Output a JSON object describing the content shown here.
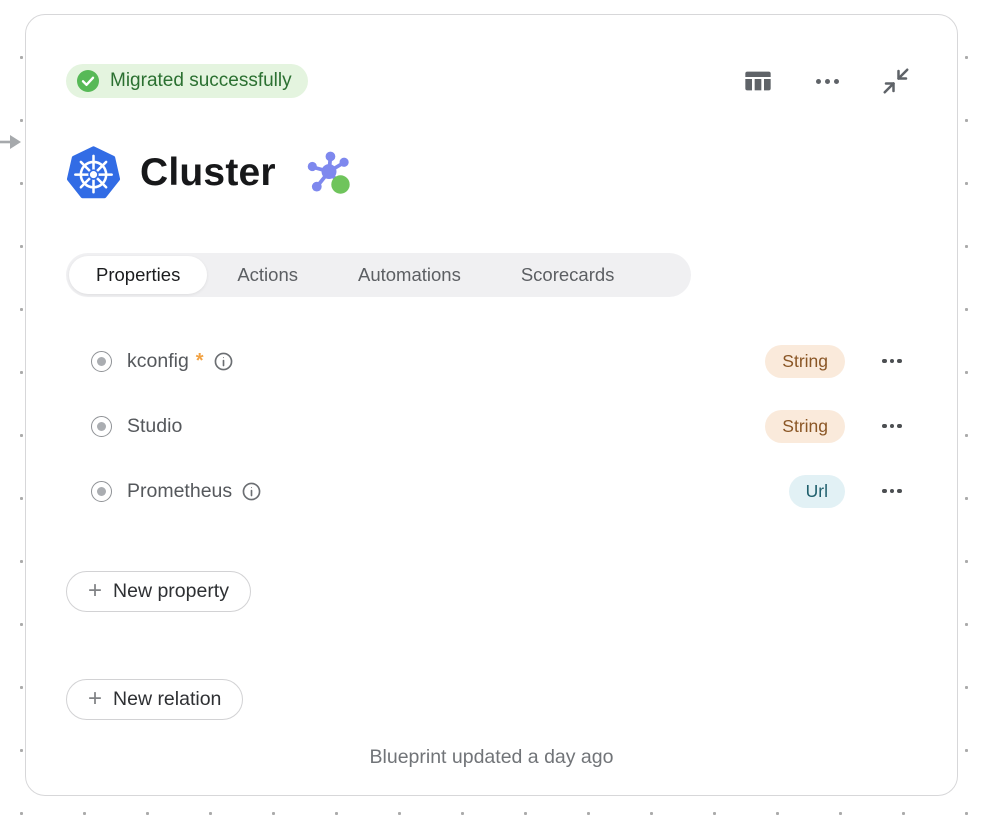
{
  "status": {
    "label": "Migrated successfully"
  },
  "header": {
    "title": "Cluster"
  },
  "tabs": {
    "items": [
      {
        "label": "Properties",
        "active": true
      },
      {
        "label": "Actions",
        "active": false
      },
      {
        "label": "Automations",
        "active": false
      },
      {
        "label": "Scorecards",
        "active": false
      }
    ]
  },
  "properties": {
    "rows": [
      {
        "name": "kconfig",
        "required_marker": "*",
        "has_info": true,
        "type": "String"
      },
      {
        "name": "Studio",
        "required_marker": "",
        "has_info": false,
        "type": "String"
      },
      {
        "name": "Prometheus",
        "required_marker": "",
        "has_info": true,
        "type": "Url"
      }
    ]
  },
  "actions": {
    "plus": "+",
    "new_property": "New property",
    "new_relation": "New relation"
  },
  "footer": {
    "updated": "Blueprint updated a day ago"
  },
  "colors": {
    "status_bg": "#e4f4df",
    "status_text": "#2b7031",
    "status_check_green": "#57b957",
    "kubernetes_blue": "#326ce5",
    "relation_purple": "#7e88ee",
    "relation_green": "#6fc45c",
    "badge_string_bg": "#faeadb",
    "badge_string_text": "#8a5625",
    "badge_url_bg": "#e2f1f5",
    "badge_url_text": "#1f5f6c",
    "required_orange": "#f2a243",
    "card_border": "#d7d7d9"
  }
}
